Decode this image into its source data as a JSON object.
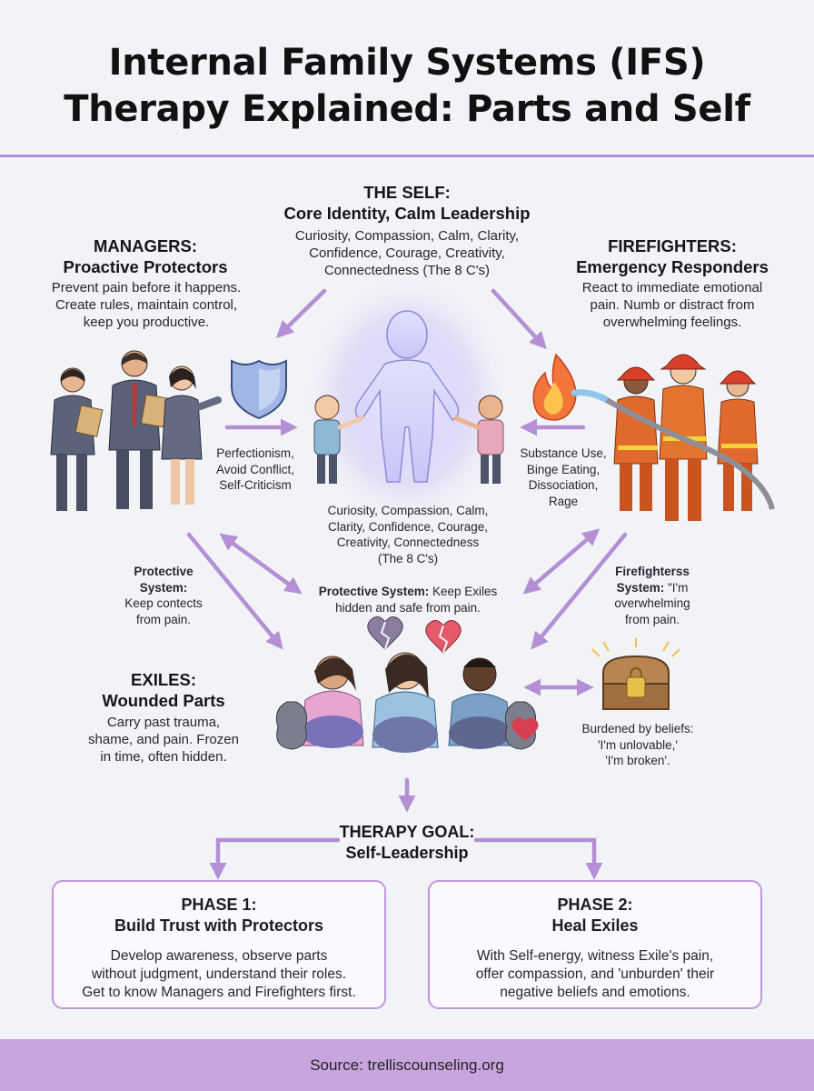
{
  "title": [
    "Internal Family Systems (IFS)",
    "Therapy Explained: Parts and Self"
  ],
  "self": {
    "heading": [
      "THE SELF:",
      "Core Identity, Calm Leadership"
    ],
    "qualities": [
      "Curiosity, Compassion, Calm, Clarity,",
      "Confidence, Courage, Creativity,",
      "Connectedness (The 8 C's)"
    ],
    "center_qualities": [
      "Curiosity, Compassion, Calm,",
      "Clarity, Confidence, Courage,",
      "Creativity, Connectedness",
      "(The 8 C's)"
    ]
  },
  "managers": {
    "heading": [
      "MANAGERS:",
      "Proactive Protectors"
    ],
    "description": [
      "Prevent pain before it happens.",
      "Create rules, maintain control,",
      "keep you productive."
    ],
    "behaviors": [
      "Perfectionism,",
      "Avoid Conflict,",
      "Self-Criticism"
    ]
  },
  "firefighters": {
    "heading": [
      "FIREFIGHTERS:",
      "Emergency Responders"
    ],
    "description": [
      "React to immediate emotional",
      "pain. Numb or distract from",
      "overwhelming feelings."
    ],
    "behaviors": [
      "Substance Use,",
      "Binge Eating,",
      "Dissociation,",
      "Rage"
    ]
  },
  "left_protective": {
    "bold": [
      "Protective",
      "System:"
    ],
    "text": [
      "Keep contects",
      "from pain."
    ]
  },
  "center_protective": {
    "bold": "Protective System:",
    "text": " Keep Exiles",
    "line2": "hidden and safe from pain."
  },
  "right_firefighters": {
    "bold": [
      "Firefighterss",
      "System:"
    ],
    "text": [
      " \"I'm",
      "overwhelming",
      "from pain."
    ]
  },
  "exiles": {
    "heading": [
      "EXILES:",
      "Wounded Parts"
    ],
    "description": [
      "Carry past trauma,",
      "shame, and pain. Frozen",
      "in time, often hidden."
    ],
    "burden": [
      "Burdened by beliefs:",
      "'I'm unlovable,'",
      "'I'm broken'."
    ]
  },
  "goal": {
    "heading": [
      "THERAPY GOAL:",
      "Self-Leadership"
    ]
  },
  "phases": [
    {
      "title": [
        "PHASE 1:",
        "Build Trust with Protectors"
      ],
      "body": [
        "Develop awareness, observe parts",
        "without judgment, understand their roles.",
        "Get to know Managers and Firefighters first."
      ]
    },
    {
      "title": [
        "PHASE 2:",
        "Heal Exiles"
      ],
      "body": [
        "With Self-energy, witness Exile's pain,",
        "offer compassion, and 'unburden' their",
        "negative beliefs and emotions."
      ]
    }
  ],
  "footer": "Source: trelliscounseling.org",
  "colors": {
    "accent": "#b98bd6",
    "arrow": "#b48fd6",
    "footer_bg": "#c9a5df",
    "phase_border": "#c197db",
    "background": "#f1f3f7"
  },
  "icons": [
    "shield-icon",
    "self-figure-icon",
    "child-icon",
    "fire-icon",
    "firefighter-icon",
    "manager-icon",
    "broken-heart-icon",
    "exile-child-icon",
    "treasure-chest-icon",
    "lock-icon"
  ]
}
